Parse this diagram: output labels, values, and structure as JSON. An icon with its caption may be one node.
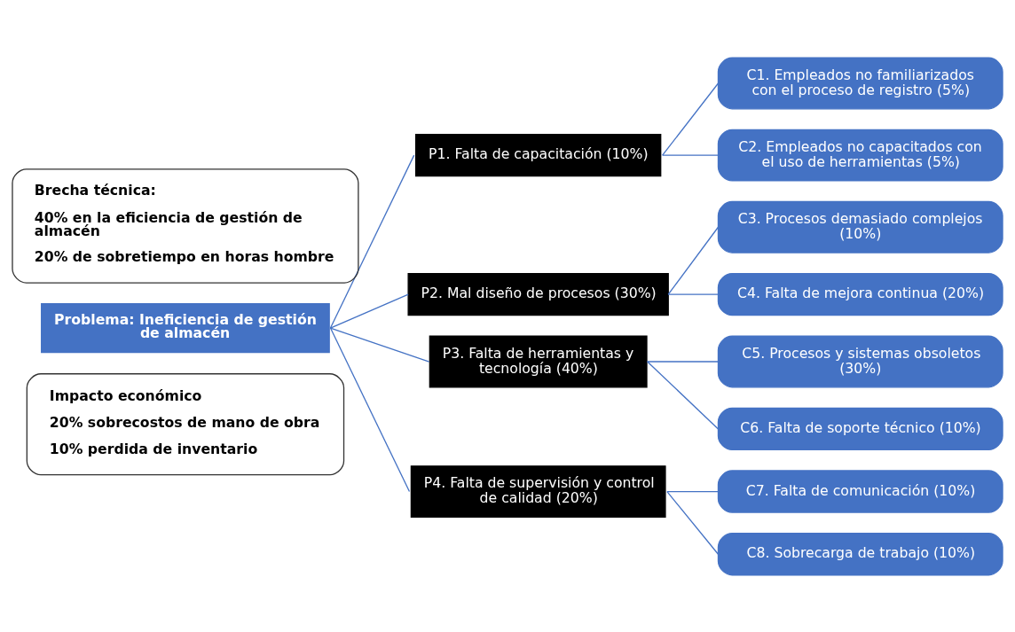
{
  "diagram": {
    "nodes": [
      {
        "text": [
          "Brecha técnica:",
          "40% en la eficiencia de gestión de almacén",
          "20% de sobretiempo en horas hombre"
        ]
      },
      {
        "text": [
          "Problema: Ineficiencia de gestión de almacén"
        ]
      },
      {
        "text": [
          "Impacto económico",
          "20% sobrecostos de mano de obra",
          "10% perdida de inventario"
        ]
      },
      {
        "text": [
          "P1. Falta de capacitación (10%)"
        ]
      },
      {
        "text": [
          "P2. Mal diseño de procesos (30%)"
        ]
      },
      {
        "text": [
          "P3. Falta de herramientas y tecnología (40%)"
        ]
      },
      {
        "text": [
          "P4. Falta de supervisión y control de calidad (20%)"
        ]
      },
      {
        "text": [
          "C1. Empleados no familiarizados con el proceso de registro (5%)"
        ]
      },
      {
        "text": [
          "C2. Empleados no capacitados con el uso de herramientas (5%)"
        ]
      },
      {
        "text": [
          "C3. Procesos demasiado complejos (10%)"
        ]
      },
      {
        "text": [
          "C4. Falta de mejora continua (20%)"
        ]
      },
      {
        "text": [
          "C5. Procesos y sistemas obsoletos (30%)"
        ]
      },
      {
        "text": [
          "C6. Falta de soporte técnico (10%)"
        ]
      },
      {
        "text": [
          "C7. Falta de comunicación (10%)"
        ]
      },
      {
        "text": [
          "C8. Sobrecarga de trabajo (10%)"
        ]
      }
    ],
    "edges": [
      {
        "from": 1,
        "to": 3,
        "arrow": "none"
      },
      {
        "from": 1,
        "to": 4,
        "arrow": "none"
      },
      {
        "from": 1,
        "to": 5,
        "arrow": "none"
      },
      {
        "from": 1,
        "to": 6,
        "arrow": "none"
      },
      {
        "from": 3,
        "to": 7,
        "arrow": "none"
      },
      {
        "from": 3,
        "to": 8,
        "arrow": "none"
      },
      {
        "from": 4,
        "to": 9,
        "arrow": "none"
      },
      {
        "from": 4,
        "to": 10,
        "arrow": "none"
      },
      {
        "from": 5,
        "to": 11,
        "arrow": "none"
      },
      {
        "from": 5,
        "to": 12,
        "arrow": "none"
      },
      {
        "from": 6,
        "to": 13,
        "arrow": "none"
      },
      {
        "from": 6,
        "to": 14,
        "arrow": "none"
      }
    ]
  }
}
